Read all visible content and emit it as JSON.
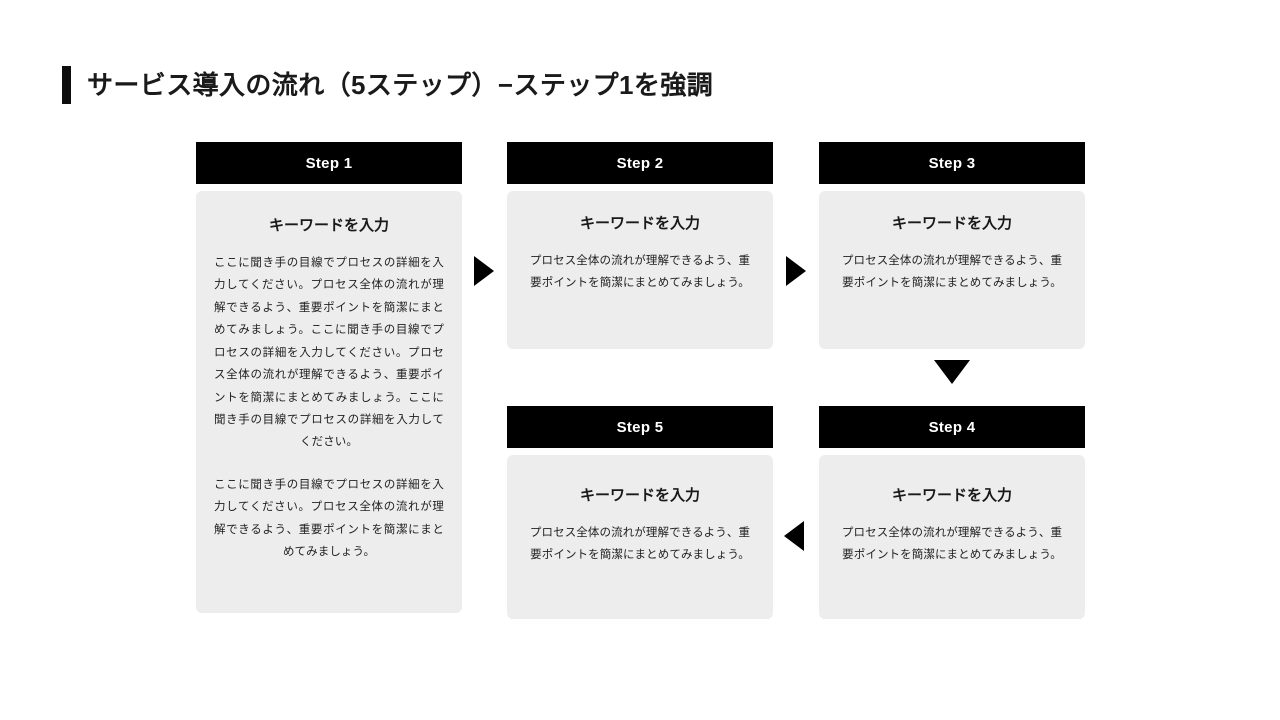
{
  "slide": {
    "title": "サービス導入の流れ（5ステップ）−ステップ1を強調",
    "accent_color": "#0d0d0d",
    "background_color": "#ffffff",
    "card_header_color": "#000000",
    "card_body_color": "#ededed"
  },
  "steps": [
    {
      "id": "step1",
      "header": "Step 1",
      "heading": "キーワードを入力",
      "paragraphs": [
        "ここに聞き手の目線でプロセスの詳細を入力してください。プロセス全体の流れが理解できるよう、重要ポイントを簡潔にまとめてみましょう。ここに聞き手の目線でプロセスの詳細を入力してください。プロセス全体の流れが理解できるよう、重要ポイントを簡潔にまとめてみましょう。ここに聞き手の目線でプロセスの詳細を入力してください。",
        "ここに聞き手の目線でプロセスの詳細を入力してください。プロセス全体の流れが理解できるよう、重要ポイントを簡潔にまとめてみましょう。"
      ]
    },
    {
      "id": "step2",
      "header": "Step 2",
      "heading": "キーワードを入力",
      "paragraphs": [
        "プロセス全体の流れが理解できるよう、重要ポイントを簡潔にまとめてみましょう。"
      ]
    },
    {
      "id": "step3",
      "header": "Step 3",
      "heading": "キーワードを入力",
      "paragraphs": [
        "プロセス全体の流れが理解できるよう、重要ポイントを簡潔にまとめてみましょう。"
      ]
    },
    {
      "id": "step4",
      "header": "Step 4",
      "heading": "キーワードを入力",
      "paragraphs": [
        "プロセス全体の流れが理解できるよう、重要ポイントを簡潔にまとめてみましょう。"
      ]
    },
    {
      "id": "step5",
      "header": "Step 5",
      "heading": "キーワードを入力",
      "paragraphs": [
        "プロセス全体の流れが理解できるよう、重要ポイントを簡潔にまとめてみましょう。"
      ]
    }
  ],
  "connectors": [
    {
      "id": "arrow-1-2",
      "icon": "arrow-right-icon",
      "from": "Step 1",
      "to": "Step 2"
    },
    {
      "id": "arrow-2-3",
      "icon": "arrow-right-icon",
      "from": "Step 2",
      "to": "Step 3"
    },
    {
      "id": "arrow-3-4",
      "icon": "arrow-down-icon",
      "from": "Step 3",
      "to": "Step 4"
    },
    {
      "id": "arrow-4-5",
      "icon": "arrow-left-icon",
      "from": "Step 4",
      "to": "Step 5"
    }
  ]
}
